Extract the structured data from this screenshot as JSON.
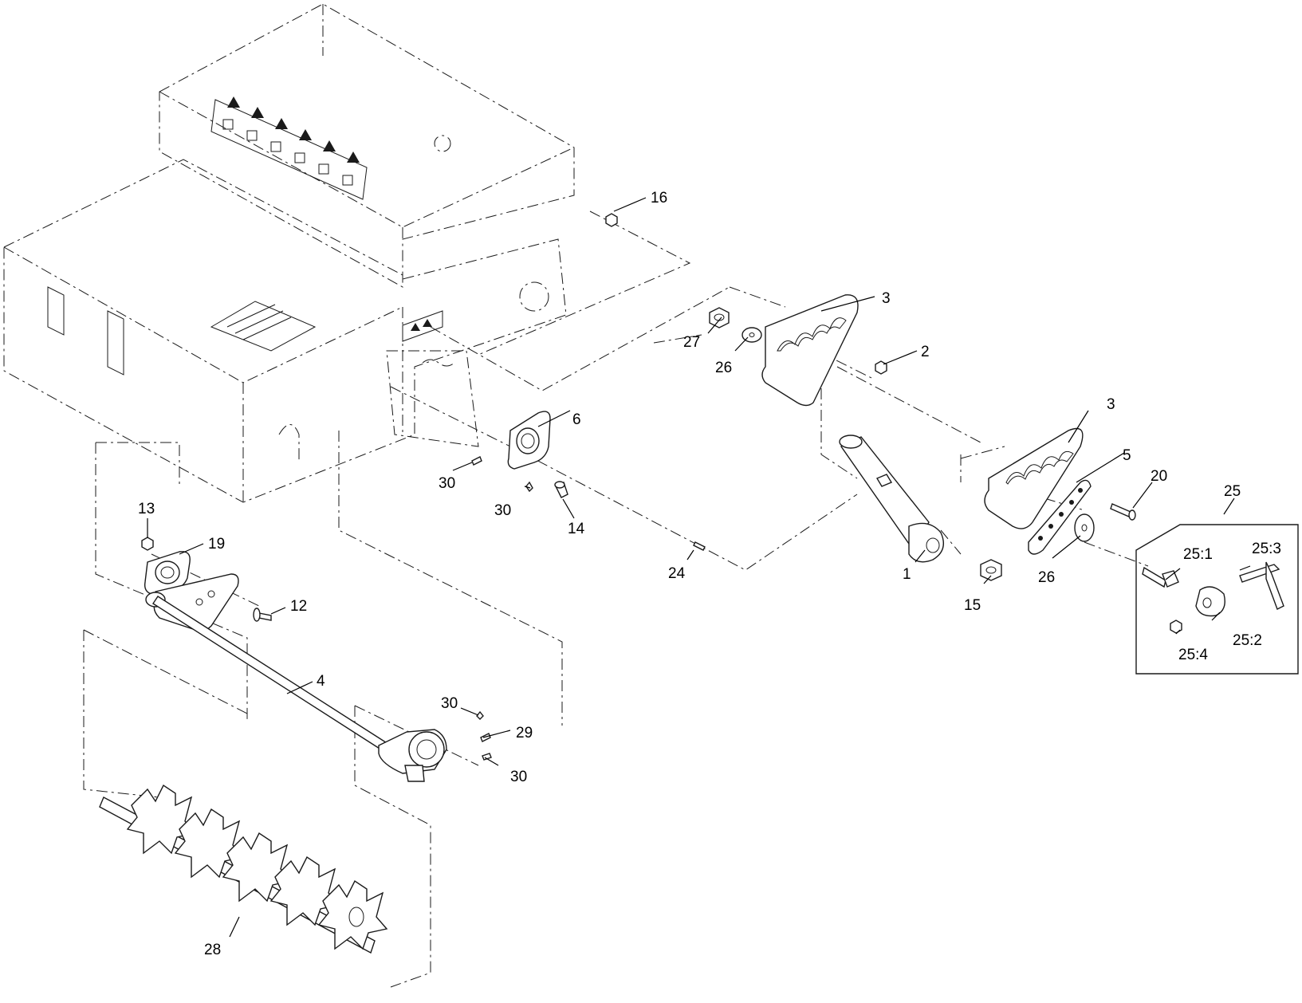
{
  "colors": {
    "line": "#1a1a1a",
    "background": "#ffffff"
  },
  "callouts": [
    {
      "id": "c1",
      "label": "1"
    },
    {
      "id": "c2",
      "label": "2"
    },
    {
      "id": "c3a",
      "label": "3"
    },
    {
      "id": "c3b",
      "label": "3"
    },
    {
      "id": "c4",
      "label": "4"
    },
    {
      "id": "c5",
      "label": "5"
    },
    {
      "id": "c6",
      "label": "6"
    },
    {
      "id": "c12",
      "label": "12"
    },
    {
      "id": "c13",
      "label": "13"
    },
    {
      "id": "c14",
      "label": "14"
    },
    {
      "id": "c15",
      "label": "15"
    },
    {
      "id": "c16",
      "label": "16"
    },
    {
      "id": "c19",
      "label": "19"
    },
    {
      "id": "c20",
      "label": "20"
    },
    {
      "id": "c24",
      "label": "24"
    },
    {
      "id": "c25",
      "label": "25"
    },
    {
      "id": "c251",
      "label": "25:1"
    },
    {
      "id": "c252",
      "label": "25:2"
    },
    {
      "id": "c253",
      "label": "25:3"
    },
    {
      "id": "c254",
      "label": "25:4"
    },
    {
      "id": "c26a",
      "label": "26"
    },
    {
      "id": "c26b",
      "label": "26"
    },
    {
      "id": "c27",
      "label": "27"
    },
    {
      "id": "c28",
      "label": "28"
    },
    {
      "id": "c29",
      "label": "29"
    },
    {
      "id": "c30a",
      "label": "30"
    },
    {
      "id": "c30b",
      "label": "30"
    },
    {
      "id": "c30c",
      "label": "30"
    },
    {
      "id": "c30d",
      "label": "30"
    }
  ]
}
